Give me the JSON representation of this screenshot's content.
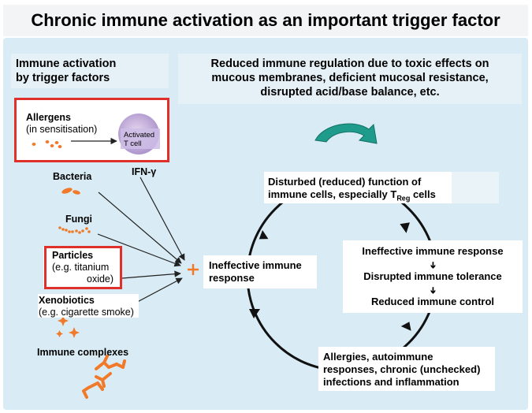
{
  "title": "Chronic immune activation as an important trigger factor",
  "left_heading": {
    "line1": "Immune activation",
    "line2": "by trigger factors"
  },
  "top_heading": {
    "line1": "Reduced immune regulation due to toxic effects on",
    "line2": "mucous membranes, deficient mucosal resistance,",
    "line3": "disrupted acid/base balance, etc."
  },
  "allergens": {
    "name": "Allergens",
    "note": "(in sensitisation)",
    "cell_line1": "Activated",
    "cell_line2": "T cell"
  },
  "ifn": "IFN-γ",
  "bacteria": "Bacteria",
  "fungi": "Fungi",
  "particles": {
    "name": "Particles",
    "note1": "(e.g. titanium",
    "note2": "oxide)"
  },
  "xenobiotics": {
    "name": "Xenobiotics",
    "note": "(e.g. cigarette smoke)"
  },
  "immune_complexes": "Immune complexes",
  "ineffective": {
    "line1": "Ineffective immune",
    "line2": "response"
  },
  "cycle": {
    "top": {
      "line1": "Disturbed (reduced) function of",
      "line2_pre": "immune cells, especially T",
      "line2_sub": "Reg",
      "line2_post": " cells"
    },
    "right": {
      "line1": "Ineffective immune response",
      "arrow1": "➔",
      "line2": "Disrupted immune tolerance",
      "arrow2": "➔",
      "line3": "Reduced immune control"
    },
    "bottom": {
      "line1": "Allergies, autoimmune",
      "line2": "responses, chronic (unchecked)",
      "line3": "infections and inflammation"
    }
  },
  "colors": {
    "panel_bg": "#d9ecf5",
    "heading_blue": "#3a52a3",
    "highlight_red": "#e0302a",
    "particle_orange": "#f07a2a",
    "curved_arrow_teal": "#1f9b8c",
    "cell_purple": "#b9a6d6"
  }
}
